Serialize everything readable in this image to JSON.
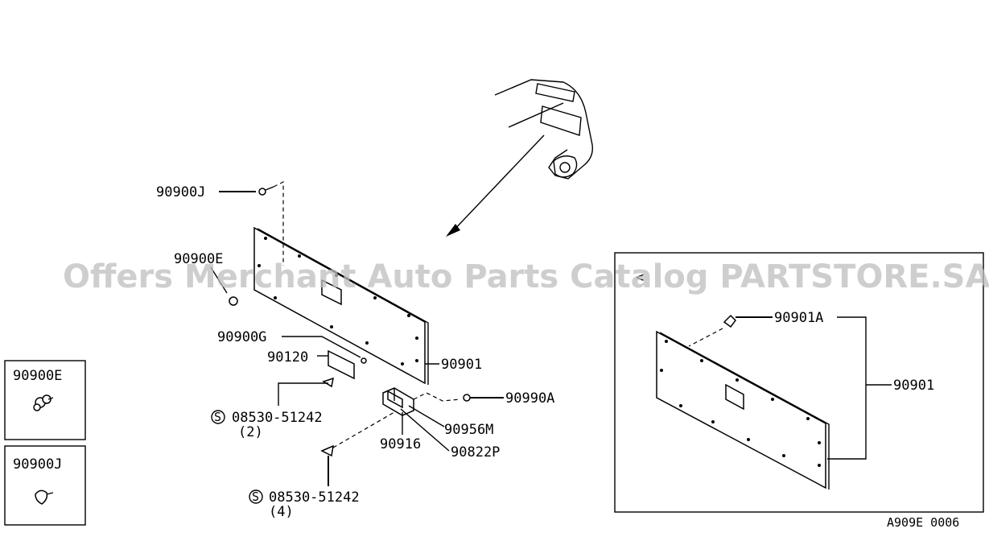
{
  "watermark": "Offers Merchant Auto Parts Catalog PARTSTORE.SA",
  "figure_code": "A909E 0006",
  "labels": {
    "p90900J": "90900J",
    "p90900E": "90900E",
    "p90900G": "90900G",
    "p90120": "90120",
    "p90901": "90901",
    "p90990A": "90990A",
    "p90956M": "90956M",
    "p90916": "90916",
    "p90822P": "90822P",
    "screw1": "08530-51242",
    "screw1_qty": "(2)",
    "screw2": "08530-51242",
    "screw2_qty": "(4)",
    "screw_symbol": "S"
  },
  "inset": {
    "arrow_glyph": "<",
    "p90901A": "90901A",
    "p90901": "90901"
  },
  "legend_boxes": [
    {
      "label": "90900E"
    },
    {
      "label": "90900J"
    }
  ]
}
